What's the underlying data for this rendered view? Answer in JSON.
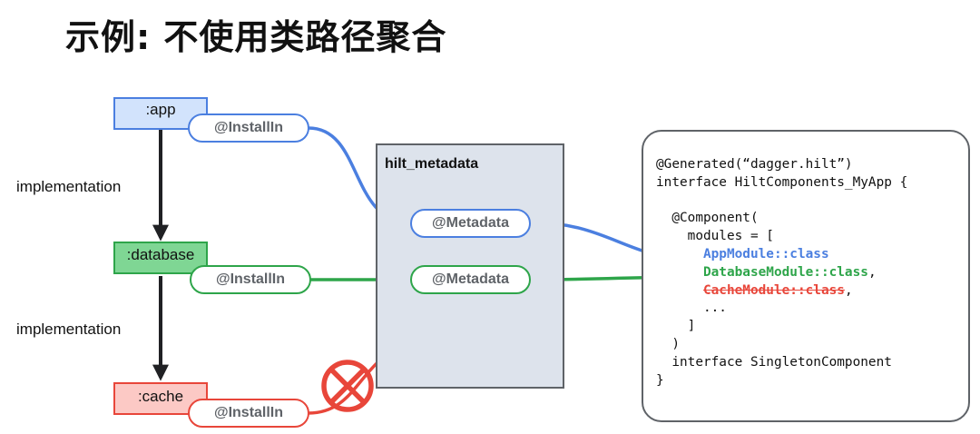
{
  "title": "示例: 不使用类路径聚合",
  "modules": {
    "app": ":app",
    "database": ":database",
    "cache": ":cache"
  },
  "installin_label": "@InstallIn",
  "implementation_label": "implementation",
  "hilt_metadata": {
    "title": "hilt_metadata",
    "metadata_label": "@Metadata"
  },
  "code": {
    "line1": "@Generated(“dagger.hilt”)",
    "line2": "interface HiltComponents_MyApp {",
    "line3": "  @Component(",
    "line4": "    modules = [",
    "app_module": "AppModule::class",
    "database_module": "DatabaseModule::class",
    "cache_module": "CacheModule::class",
    "comma": ",",
    "ellipsis": "      ...",
    "close_bracket": "    ]",
    "close_paren": "  )",
    "singleton": "  interface SingletonComponent",
    "close_brace": "}"
  },
  "colors": {
    "blue": "#4b7fe0",
    "green": "#2ea54a",
    "red": "#e8463a",
    "metadata_bg": "#dde3ec"
  },
  "icons": {
    "blocked": "prohibited-sign-icon"
  }
}
